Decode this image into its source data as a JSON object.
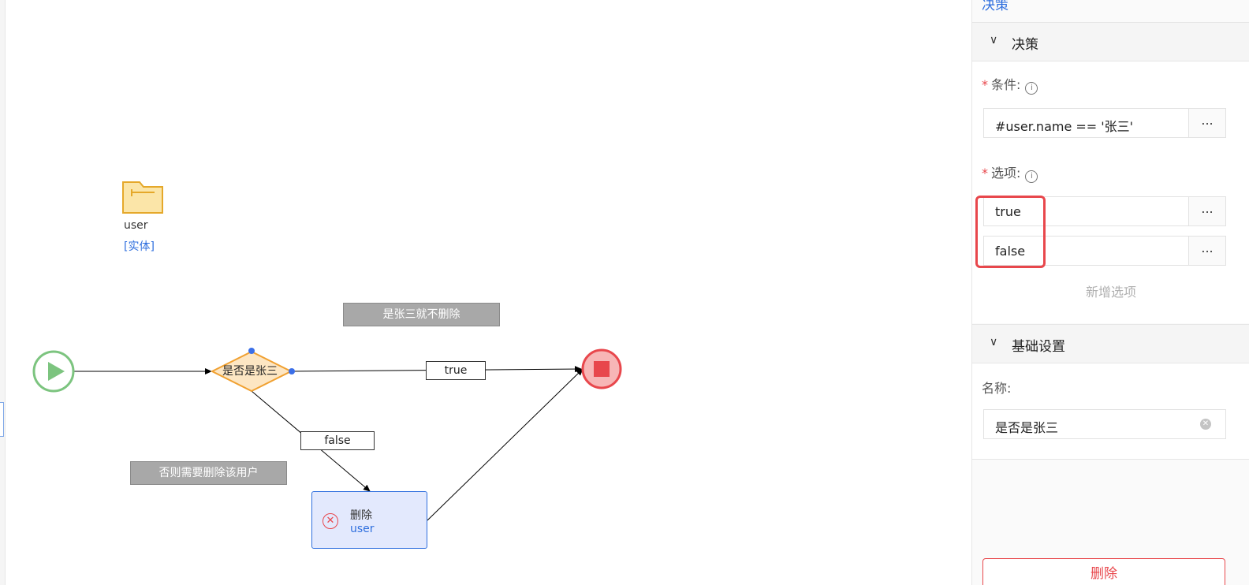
{
  "canvas": {
    "entity": {
      "name": "user",
      "tag": "[实体]"
    },
    "notes": {
      "not_delete": "是张三就不删除",
      "need_delete": "否则需要删除该用户"
    },
    "decision": {
      "label": "是否是张三"
    },
    "edges": {
      "true_label": "true",
      "false_label": "false"
    },
    "task": {
      "name": "删除",
      "entity": "user"
    },
    "colors": {
      "start": "#7cc47f",
      "decision_fill": "#fde6c3",
      "decision_stroke": "#f0a030",
      "end_fill": "#f7b6b6",
      "end_stroke": "#e8474c",
      "task_fill": "#e3e9fd",
      "task_stroke": "#2f6fde",
      "handle": "#3b6fe8"
    }
  },
  "panel": {
    "top_title": "决策",
    "decision_section": {
      "title": "决策",
      "condition_label": "条件:",
      "condition_value": "#user.name == '张三'",
      "options_label": "选项:",
      "options": [
        {
          "value": "true"
        },
        {
          "value": "false"
        }
      ],
      "more_label": "...",
      "add_option_label": "新增选项"
    },
    "basic_section": {
      "title": "基础设置",
      "name_label": "名称:",
      "name_value": "是否是张三"
    },
    "delete_label": "删除"
  }
}
